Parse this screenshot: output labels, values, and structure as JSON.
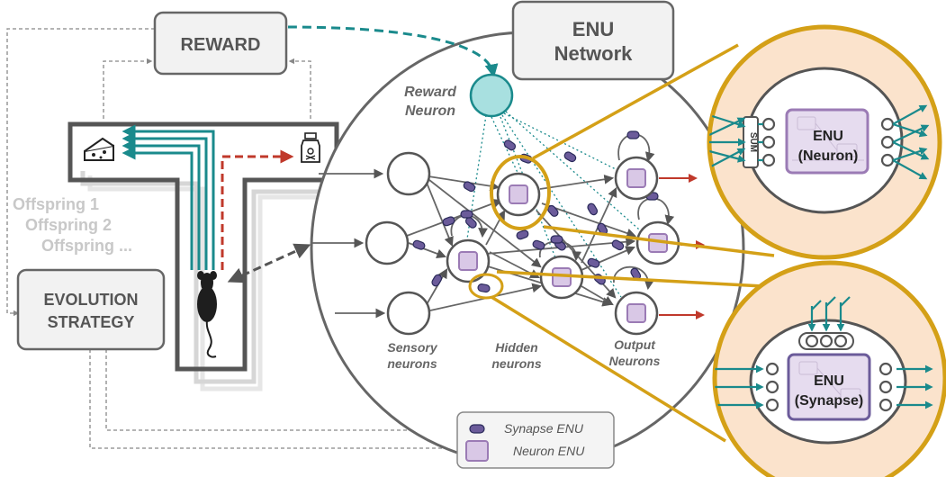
{
  "reward_box": {
    "label": "REWARD"
  },
  "evolution_box": {
    "line1": "EVOLUTION",
    "line2": "STRATEGY"
  },
  "offspring": [
    "Offspring 1",
    "Offspring 2",
    "Offspring ..."
  ],
  "enu_network": {
    "line1": "ENU",
    "line2": "Network"
  },
  "reward_neuron": {
    "line1": "Reward",
    "line2": "Neuron"
  },
  "layer_labels": {
    "sensory": [
      "Sensory",
      "neurons"
    ],
    "hidden": [
      "Hidden",
      "neurons"
    ],
    "output": [
      "Output",
      "Neurons"
    ]
  },
  "legend": {
    "synapse": "Synapse ENU",
    "neuron": "Neuron ENU"
  },
  "zoom_neuron": {
    "sum": "SUM",
    "title": "ENU",
    "subtitle": "(Neuron)"
  },
  "zoom_synapse": {
    "title": "ENU",
    "subtitle": "(Synapse)"
  },
  "colors": {
    "teal": "#1a8a8c",
    "reward_neuron_fill": "#a8e0e0",
    "red": "#c0392b",
    "gold": "#d4a017",
    "peach": "#fbe3cc",
    "purple": "#9b7bb5",
    "purple_fill": "#d9c8e6",
    "gray": "#555555",
    "light_gray": "#c8c8c8"
  },
  "icons": [
    "cheese-icon",
    "poison-bottle-icon",
    "mouse-icon"
  ]
}
